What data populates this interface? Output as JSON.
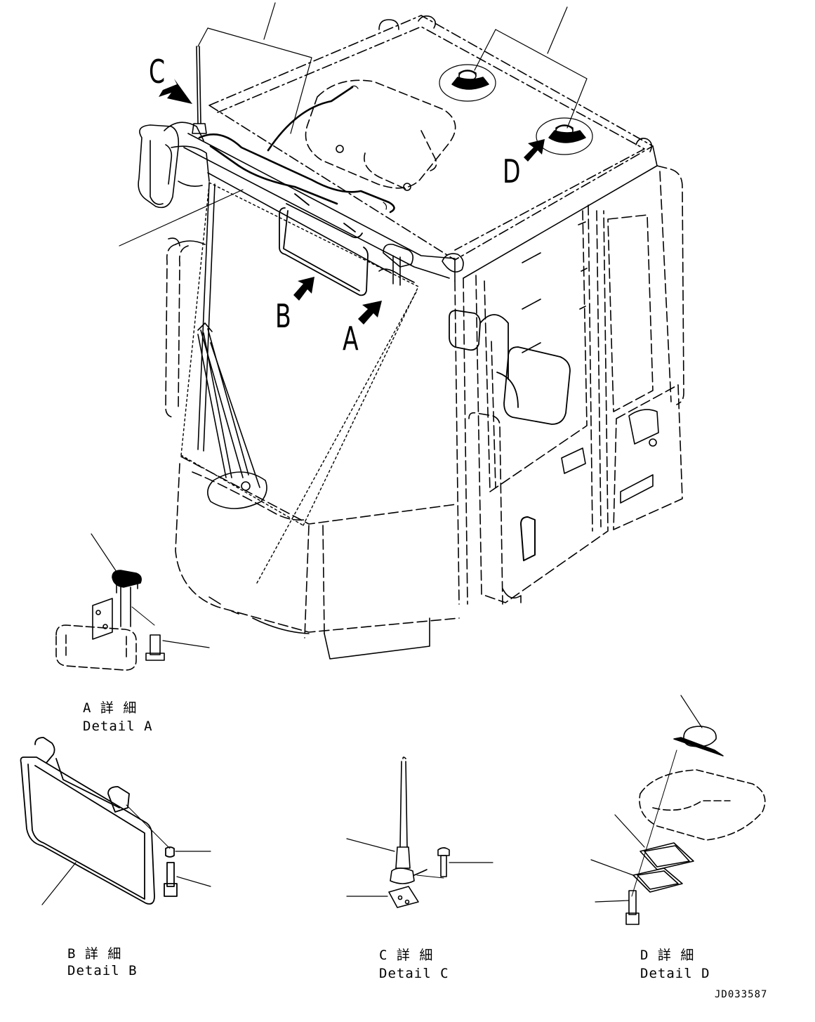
{
  "view_arrows": {
    "a": "A",
    "b": "B",
    "c": "C",
    "d": "D"
  },
  "details": {
    "a": {
      "jp": "A 詳 細",
      "en": "Detail A"
    },
    "b": {
      "jp": "B 詳 細",
      "en": "Detail B"
    },
    "c": {
      "jp": "C 詳 細",
      "en": "Detail C"
    },
    "d": {
      "jp": "D 詳 細",
      "en": "Detail D"
    }
  },
  "drawing_id": "JD033587"
}
